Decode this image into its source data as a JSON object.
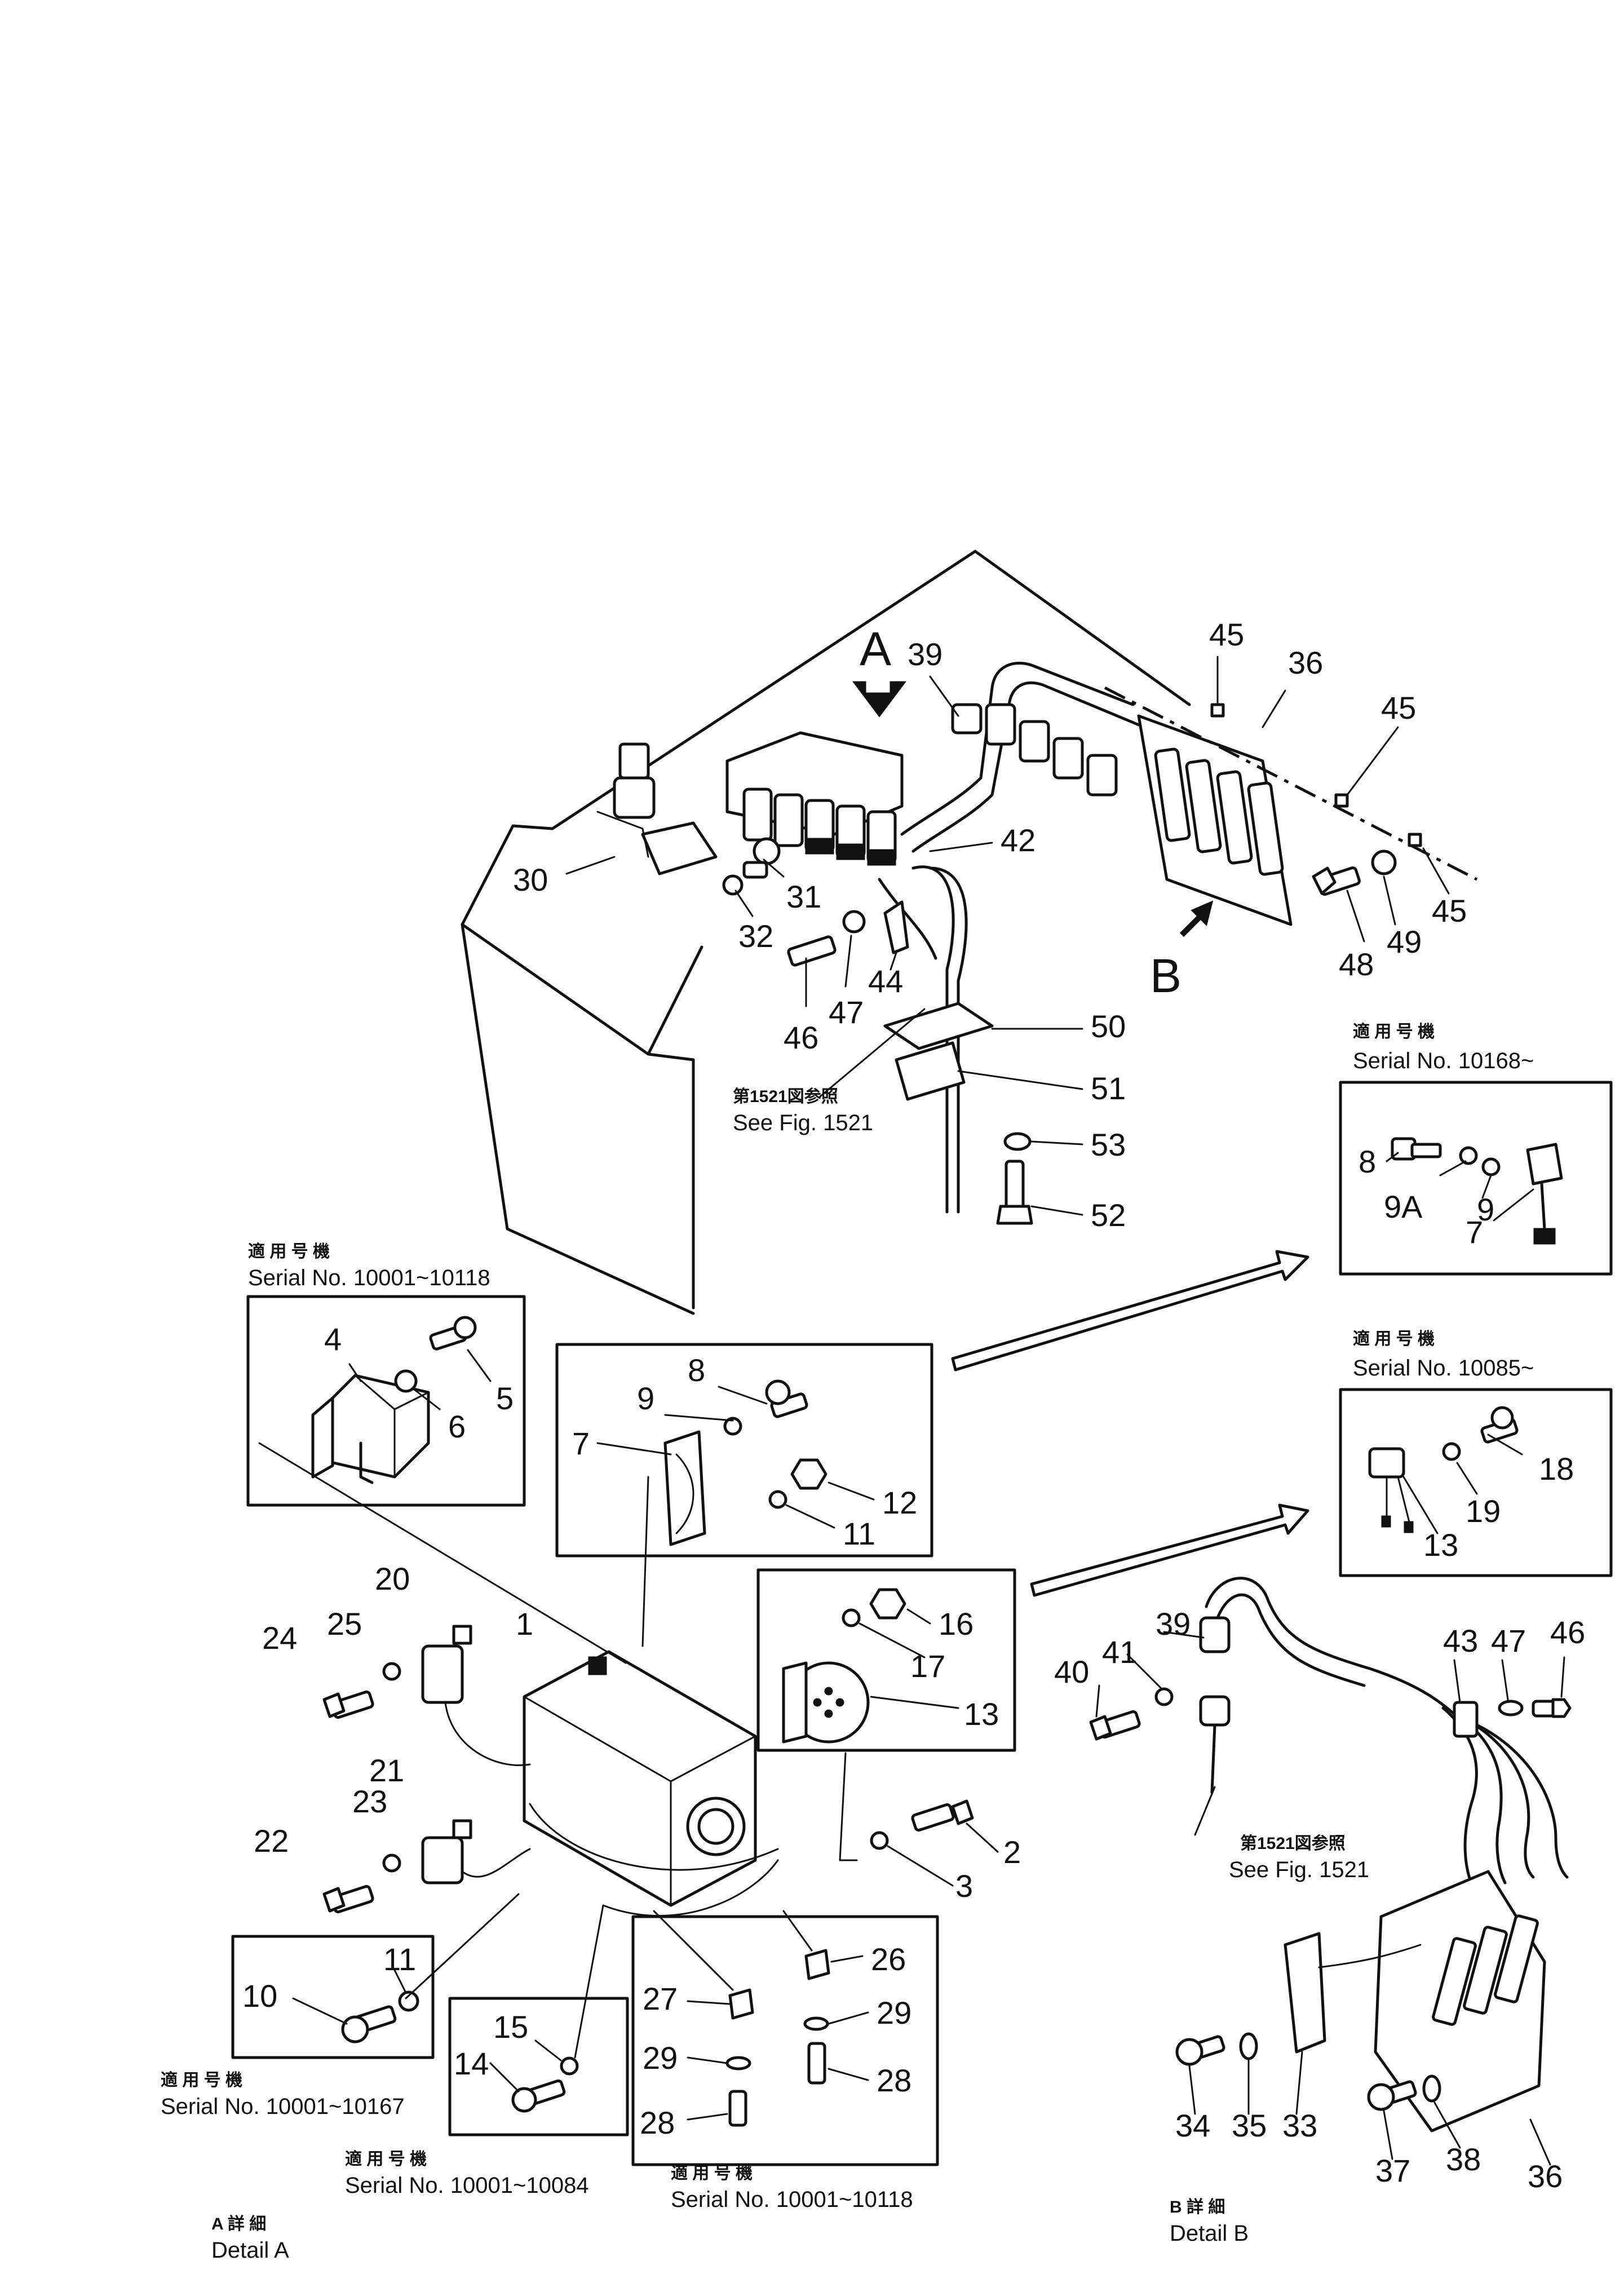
{
  "colors": {
    "ink": "#111111",
    "paper": "#ffffff"
  },
  "views": {
    "a": "A",
    "b": "B"
  },
  "refs": {
    "see_fig_jp": "第1521図参照",
    "see_fig": "See Fig. 1521"
  },
  "details": {
    "a_jp": "A 詳 細",
    "a": "Detail A",
    "b_jp": "B 詳 細",
    "b": "Detail B"
  },
  "serials": {
    "applic_jp": "適 用 号 機",
    "s10168": "Serial No. 10168~",
    "s10001_10118": "Serial No. 10001~10118",
    "s10085": "Serial No. 10085~",
    "s10001_10167": "Serial No. 10001~10167",
    "s10001_10084": "Serial No. 10001~10084",
    "s10001_10118_b": "Serial No. 10001~10118"
  },
  "callouts": [
    "39",
    "45",
    "36",
    "45",
    "30",
    "31",
    "32",
    "42",
    "45",
    "48",
    "49",
    "46",
    "47",
    "44",
    "50",
    "51",
    "53",
    "52",
    "8",
    "9A",
    "9",
    "7",
    "4",
    "5",
    "6",
    "8",
    "9",
    "7",
    "12",
    "11",
    "18",
    "19",
    "13",
    "20",
    "25",
    "24",
    "1",
    "16",
    "17",
    "13",
    "39",
    "41",
    "40",
    "43",
    "47",
    "46",
    "21",
    "23",
    "22",
    "2",
    "3",
    "26",
    "27",
    "29",
    "29",
    "28",
    "28",
    "11",
    "10",
    "15",
    "14",
    "34",
    "35",
    "33",
    "37",
    "38",
    "36"
  ]
}
